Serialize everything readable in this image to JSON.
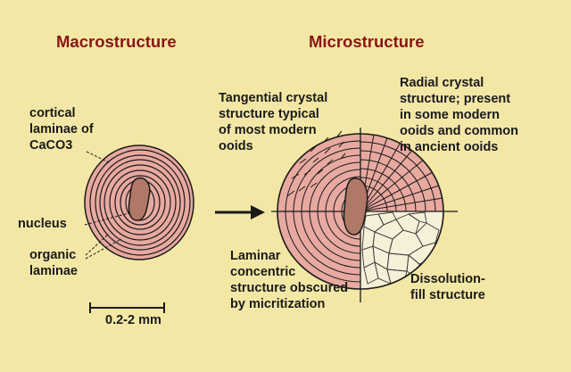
{
  "titles": {
    "macro": "Macrostructure",
    "micro": "Microstructure"
  },
  "macro_labels": {
    "cortical": "cortical\nlaminae of\nCaCO3",
    "nucleus": "nucleus",
    "organic": "organic\nlaminae",
    "scale": "0.2-2 mm"
  },
  "micro_labels": {
    "tangential": "Tangential crystal\nstructure typical\nof most modern\nooids",
    "radial": "Radial crystal\nstructure; present\nin some modern\nooids and common\nin ancient ooids",
    "laminar": "Laminar\nconcentric\nstructure obscured\nby micritization",
    "dissolution": "Dissolution-\nfill structure"
  },
  "colors": {
    "background": "#f3e7a6",
    "title": "#8a1515",
    "ooid_fill": "#e8a9a0",
    "nucleus_fill": "#b07866",
    "dissolution_fill": "#f6f0d8"
  }
}
